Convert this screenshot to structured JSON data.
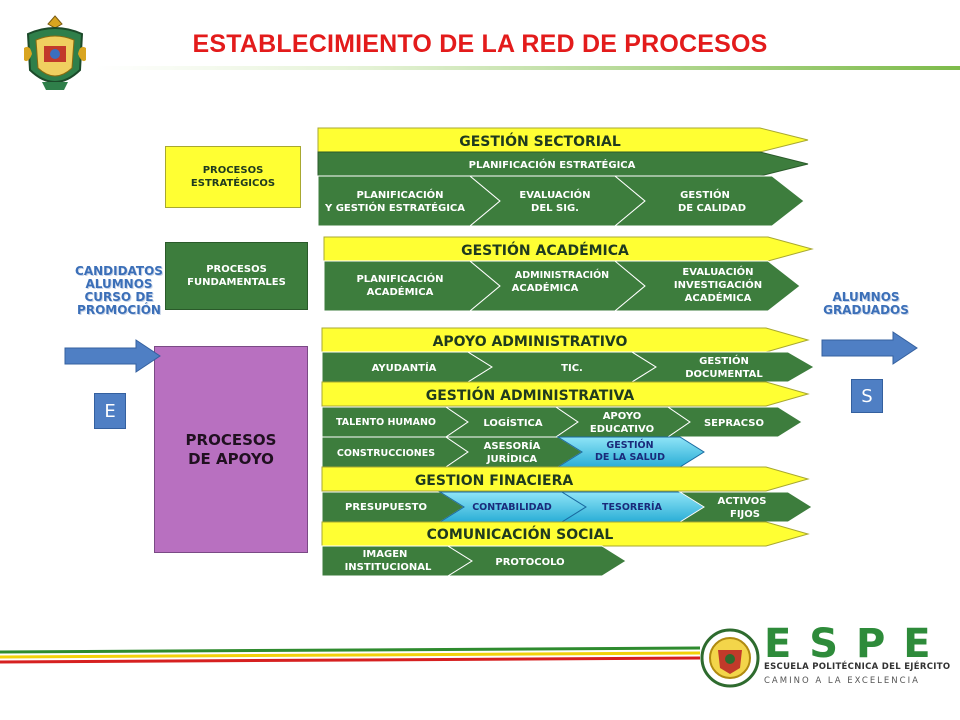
{
  "title": "ESTABLECIMIENTO DE LA RED DE PROCESOS",
  "colors": {
    "title": "#e31b1b",
    "yellow": "#ffff33",
    "green": "#3d7d3d",
    "purple": "#b870c0",
    "blue": "#4f7fc4",
    "cyan": "#49c8e8"
  },
  "left_boxes": {
    "estrategicos": "PROCESOS ESTRATÉGICOS",
    "fundamentales": "PROCESOS FUNDAMENTALES",
    "apoyo": "PROCESOS DE APOYO"
  },
  "input": {
    "label": "CANDIDATOS ALUMNOS CURSO DE PROMOCIÓN",
    "box": "E"
  },
  "output": {
    "label": "ALUMNOS GRADUADOS",
    "box": "S"
  },
  "headers": {
    "sectorial": "GESTIÓN SECTORIAL",
    "academica": "GESTIÓN ACADÉMICA",
    "apoyo_adm": "APOYO ADMINISTRATIVO",
    "gestion_adm": "GESTIÓN ADMINISTRATIVA",
    "financiera": "GESTION FINACIERA",
    "comunicacion": "COMUNICACIÓN SOCIAL"
  },
  "items": {
    "planificacion_estrategica": "PLANIFICACIÓN ESTRATÉGICA",
    "plan_gestion_l1": "PLANIFICACIÓN",
    "plan_gestion_l2": "Y GESTIÓN ESTRATÉGICA",
    "evaluacion_sig_l1": "EVALUACIÓN",
    "evaluacion_sig_l2": "DEL SIG.",
    "gestion_calidad_l1": "GESTIÓN",
    "gestion_calidad_l2": "DE CALIDAD",
    "plan_academica_l1": "PLANIFICACIÓN",
    "plan_academica_l2": "ACADÉMICA",
    "adm_academica_l1": "ADMINISTRACIÓN",
    "adm_academica_l2": "ACADÉMICA",
    "eval_inv_l1": "EVALUACIÓN",
    "eval_inv_l2": "INVESTIGACIÓN",
    "eval_inv_l3": "ACADÉMICA",
    "ayudantia": "AYUDANTÍA",
    "tic": "TIC.",
    "gestion_doc_l1": "GESTIÓN",
    "gestion_doc_l2": "DOCUMENTAL",
    "talento_humano": "TALENTO HUMANO",
    "logistica": "LOGÍSTICA",
    "apoyo_educativo_l1": "APOYO",
    "apoyo_educativo_l2": "EDUCATIVO",
    "sepracso": "SEPRACSO",
    "construcciones": "CONSTRUCCIONES",
    "asesoria_l1": "ASESORÍA",
    "asesoria_l2": "JURÍDICA",
    "gestion_salud_l1": "GESTIÓN",
    "gestion_salud_l2": "DE LA SALUD",
    "presupuesto": "PRESUPUESTO",
    "contabilidad": "CONTABILIDAD",
    "tesoreria": "TESORERÍA",
    "activos_l1": "ACTIVOS",
    "activos_l2": "FIJOS",
    "imagen_l1": "IMAGEN",
    "imagen_l2": "INSTITUCIONAL",
    "protocolo": "PROTOCOLO"
  },
  "brand": {
    "espe": "E S P E",
    "line1": "ESCUELA POLITÉCNICA DEL EJÉRCITO",
    "line2": "CAMINO A LA EXCELENCIA"
  }
}
